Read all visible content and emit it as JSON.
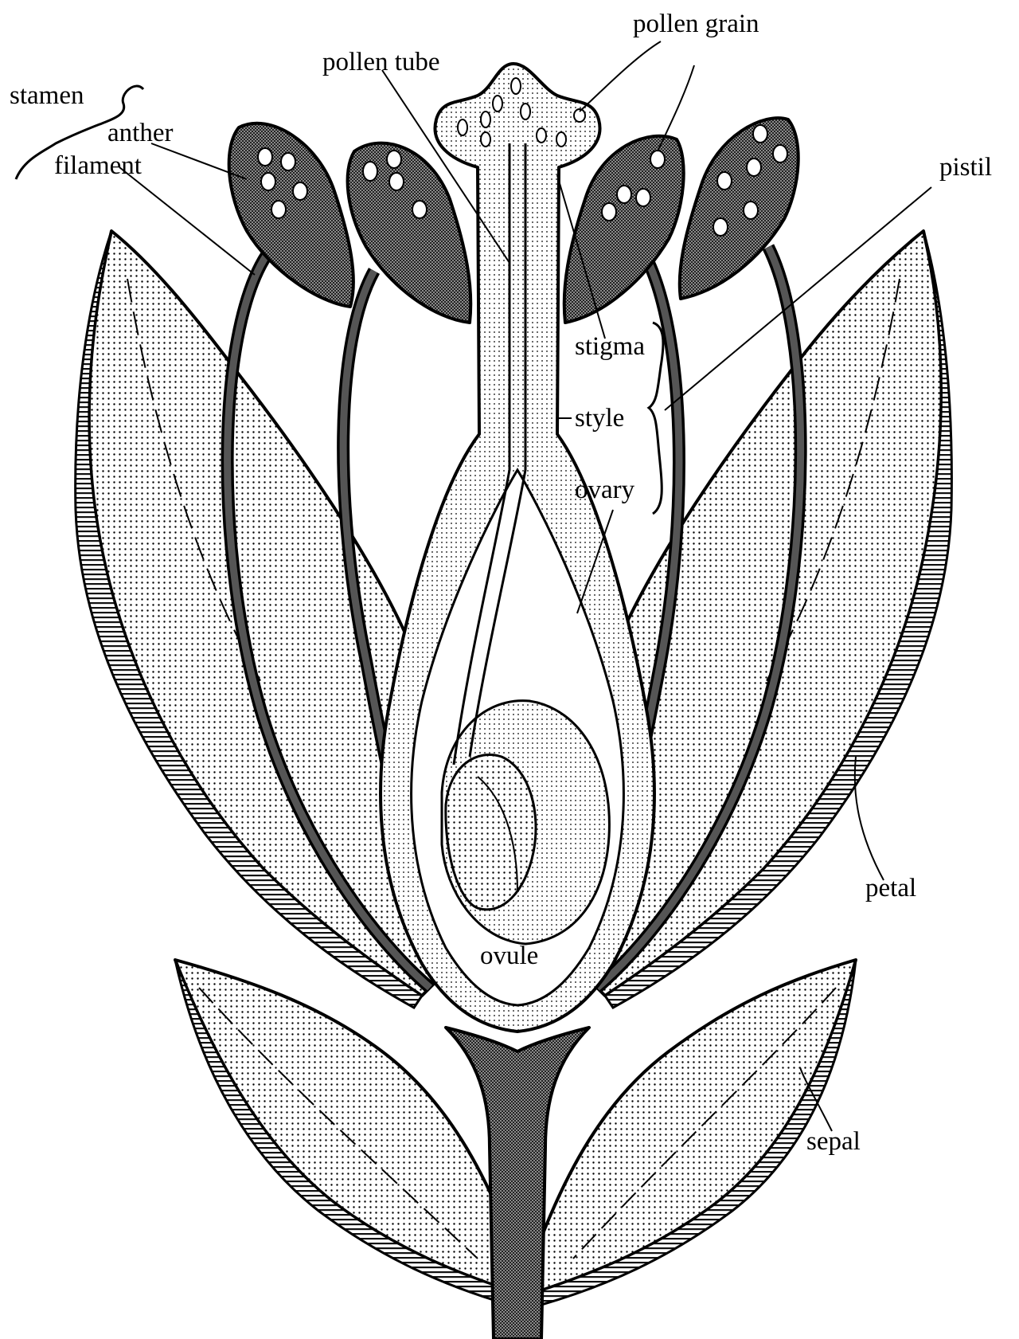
{
  "labels": {
    "pollen_grain": "pollen grain",
    "pollen_tube": "pollen tube",
    "stamen": "stamen",
    "anther": "anther",
    "filament": "filament",
    "pistil": "pistil",
    "stigma": "stigma",
    "style": "style",
    "ovary": "ovary",
    "ovule": "ovule",
    "petal": "petal",
    "sepal": "sepal"
  },
  "colors": {
    "line": "#000000",
    "background": "#ffffff",
    "dark_fill": "#555555"
  }
}
